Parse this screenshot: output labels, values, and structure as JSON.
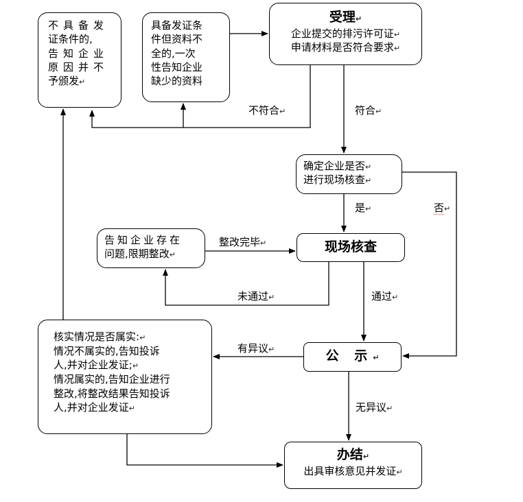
{
  "nodes": {
    "refuse": {
      "lines": [
        "不具备发",
        "证条件的,",
        "告知企业",
        "原因并不",
        "予颁发"
      ]
    },
    "incomplete": {
      "lines": [
        "具备发证条",
        "件但资料不",
        "全的,一次",
        "性告知企业",
        "缺少的资料"
      ]
    },
    "accept": {
      "title": "受理",
      "lines": [
        "企业提交的排污许可证",
        "申请材料是否符合要求"
      ]
    },
    "decide_inspect": {
      "lines": [
        "确定企业是否",
        "进行现场核查"
      ]
    },
    "notify_fix": {
      "lines": [
        "告知企业存在",
        "问题,限期整改"
      ]
    },
    "inspect": {
      "title": "现场核查"
    },
    "publicize": {
      "title": "公 示"
    },
    "verify": {
      "lines": [
        "核实情况是否属实:",
        "情况不属实的,告知投诉",
        "人,并对企业发证;",
        "情况属实的,告知企业进行",
        "整改,将整改结果告知投诉",
        "人,并对企业发证"
      ]
    },
    "conclude": {
      "title": "办结",
      "lines": [
        "出具审核意见并发证"
      ]
    }
  },
  "edge_labels": {
    "not_compliant": "不符合",
    "compliant": "符合",
    "yes": "是",
    "no": "否",
    "rectified": "整改完毕",
    "failed": "未通过",
    "passed": "通过",
    "objection": "有异议",
    "no_objection": "无异议"
  },
  "paragraph_mark": "↵"
}
